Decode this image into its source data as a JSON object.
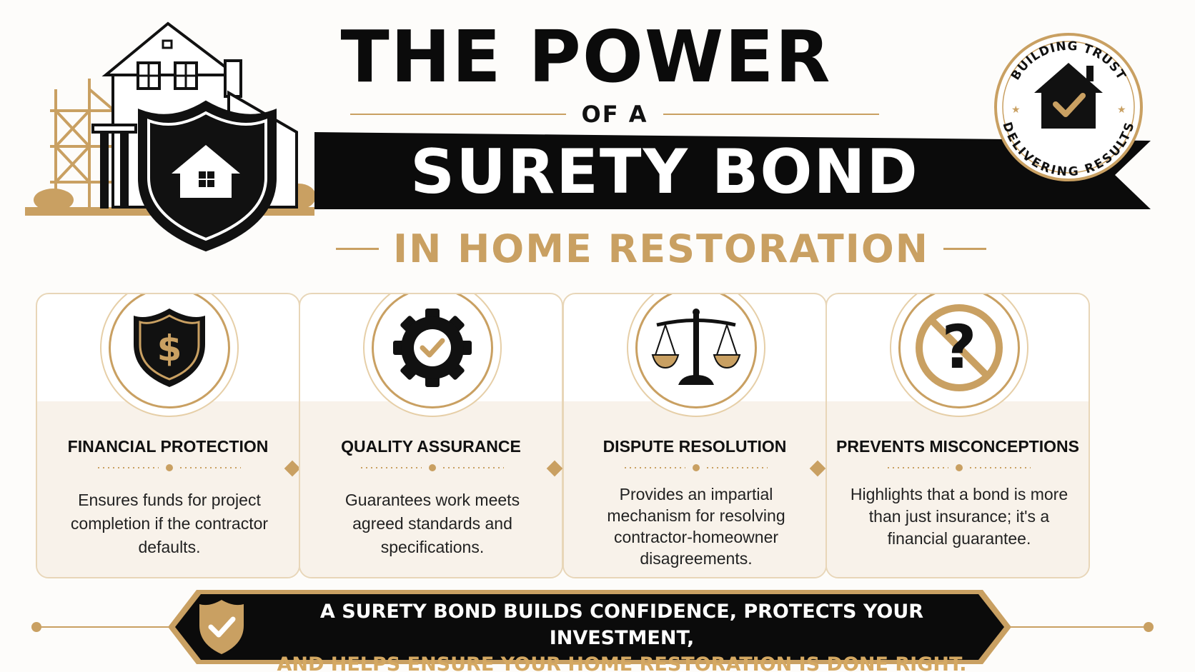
{
  "header": {
    "title_top": "THE POWER",
    "title_of": "OF A",
    "title_main": "SURETY BOND",
    "subtitle": "IN HOME RESTORATION"
  },
  "seal": {
    "top_text": "BUILDING TRUST",
    "bottom_text": "DELIVERING RESULTS",
    "icon": "house-check-icon"
  },
  "cards": [
    {
      "title": "FINANCIAL PROTECTION",
      "desc": "Ensures funds for project completion if the contractor defaults.",
      "icon": "shield-dollar-icon"
    },
    {
      "title": "QUALITY ASSURANCE",
      "desc": "Guarantees work meets agreed standards and specifications.",
      "icon": "gear-check-icon"
    },
    {
      "title": "DISPUTE RESOLUTION",
      "desc": "Provides an impartial mechanism for resolving contractor-homeowner disagreements.",
      "icon": "scales-icon"
    },
    {
      "title": "PREVENTS MISCONCEPTIONS",
      "desc": "Highlights that a bond is more than just insurance; it's a financial guarantee.",
      "icon": "no-question-icon"
    }
  ],
  "footer": {
    "line1": "A SURETY BOND BUILDS CONFIDENCE, PROTECTS YOUR INVESTMENT,",
    "line2": "AND HELPS ENSURE YOUR HOME RESTORATION IS DONE RIGHT.",
    "icon": "shield-check-icon"
  },
  "colors": {
    "gold": "#c9a062",
    "black": "#0b0b0b",
    "cream": "#f8f2ea"
  }
}
